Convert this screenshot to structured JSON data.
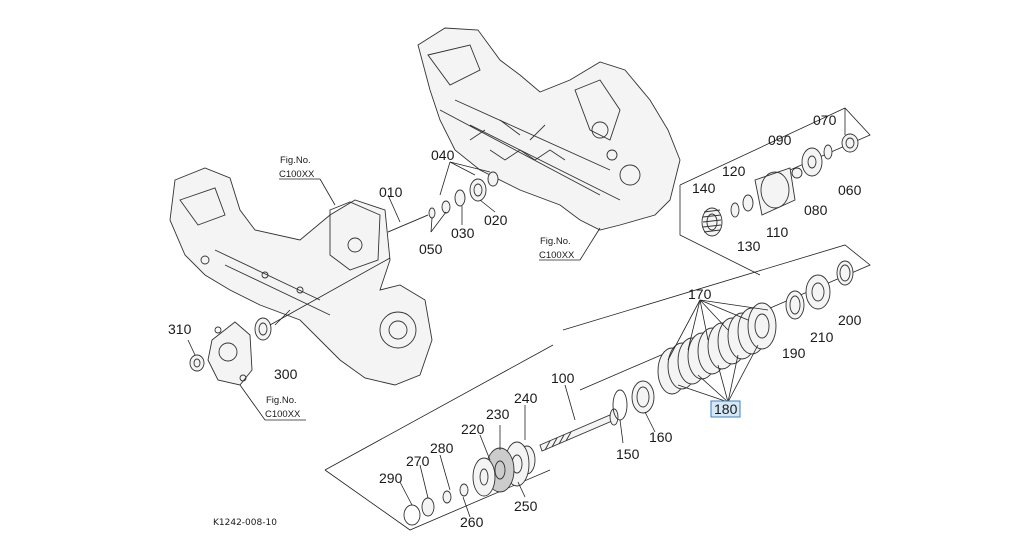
{
  "diagram_code": "K1242-008-10",
  "highlight_color": "#3b82c4",
  "fig_refs": [
    {
      "line1": "Fig.No.",
      "line2": "C100XX"
    },
    {
      "line1": "Fig.No.",
      "line2": "C100XX"
    },
    {
      "line1": "Fig.No.",
      "line2": "C100XX"
    }
  ],
  "parts": {
    "p010": "010",
    "p020": "020",
    "p030": "030",
    "p040": "040",
    "p050": "050",
    "p060": "060",
    "p070": "070",
    "p080": "080",
    "p090": "090",
    "p100": "100",
    "p110": "110",
    "p120": "120",
    "p130": "130",
    "p140": "140",
    "p150": "150",
    "p160": "160",
    "p170": "170",
    "p180": "180",
    "p190": "190",
    "p200": "200",
    "p210": "210",
    "p220": "220",
    "p230": "230",
    "p240": "240",
    "p250": "250",
    "p260": "260",
    "p270": "270",
    "p280": "280",
    "p290": "290",
    "p300": "300",
    "p310": "310"
  }
}
